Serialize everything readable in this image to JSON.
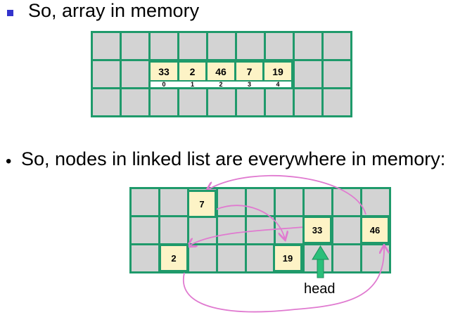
{
  "heading_array": "So, array in memory",
  "heading_list": "So, nodes in linked list are everywhere in memory:",
  "bullet2_glyph": "•",
  "array": {
    "values": [
      "33",
      "2",
      "46",
      "7",
      "19"
    ],
    "indices": [
      "0",
      "1",
      "2",
      "3",
      "4"
    ]
  },
  "nodes": {
    "n7": "7",
    "n33": "33",
    "n46": "46",
    "n2": "2",
    "n19": "19"
  },
  "head_label": "head",
  "colors": {
    "grid_border": "#1f9a6b",
    "cell_fill": "#d3d3d3",
    "node_fill": "#fdf3c6",
    "pointer": "#e07ad0",
    "head_arrow": "#2bbf7a",
    "bullet": "#3333cc"
  }
}
